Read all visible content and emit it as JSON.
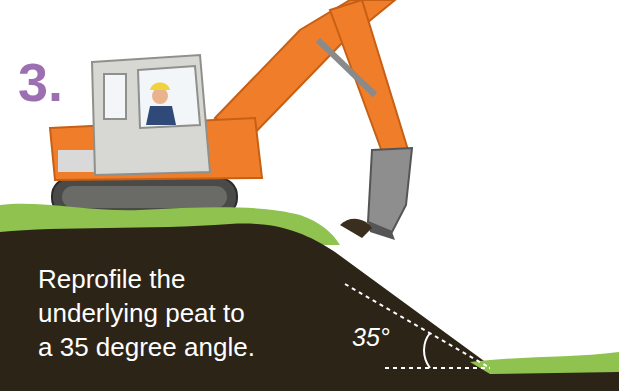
{
  "diagram": {
    "labels": [
      "3.",
      "Reprofile the underlying peat to a 35 degree angle.",
      "35°"
    ]
  }
}
